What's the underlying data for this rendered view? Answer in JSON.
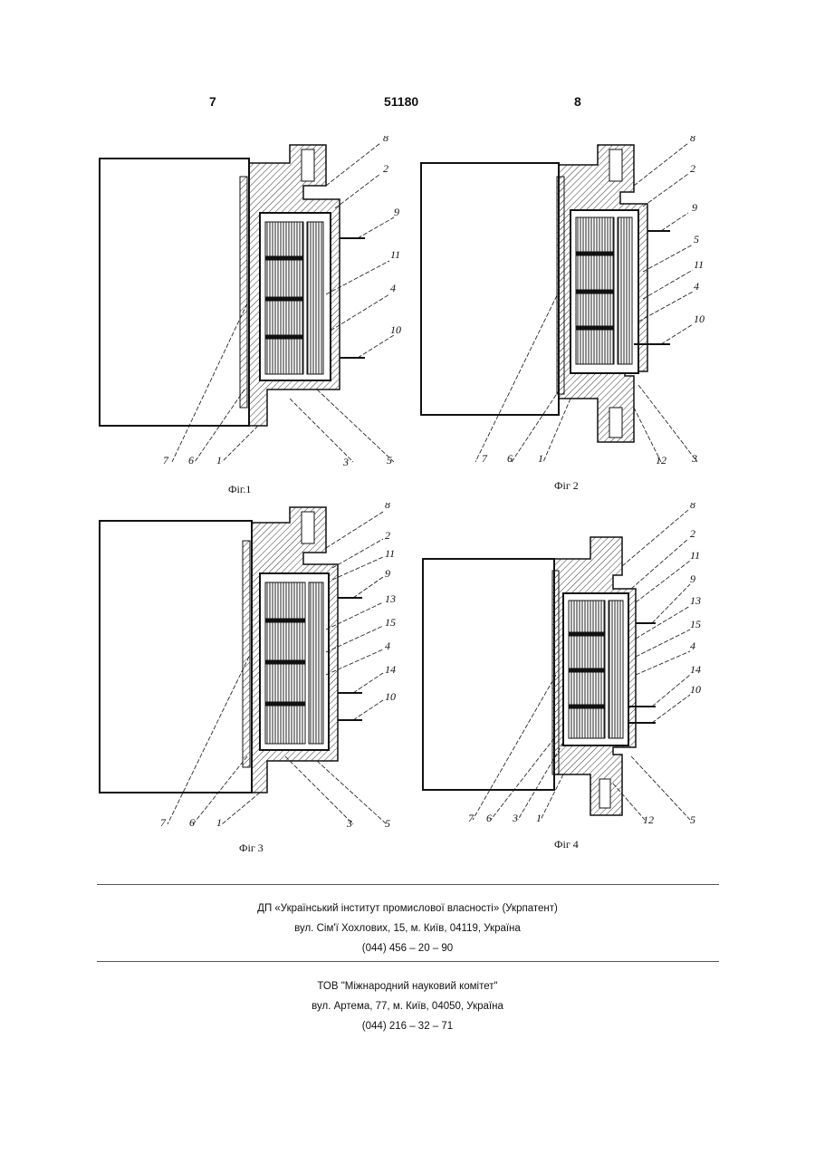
{
  "header": {
    "left_page": "7",
    "patent_no": "51180",
    "right_page": "8"
  },
  "figures": [
    {
      "caption": "Фіг.1",
      "labels": [
        "8",
        "2",
        "9",
        "11",
        "4",
        "10",
        "7",
        "6",
        "1",
        "3",
        "5"
      ]
    },
    {
      "caption": "Фіг 2",
      "labels": [
        "8",
        "2",
        "9",
        "5",
        "11",
        "4",
        "10",
        "7",
        "6",
        "1",
        "12",
        "3"
      ]
    },
    {
      "caption": "Фіг 3",
      "labels": [
        "8",
        "2",
        "11",
        "9",
        "13",
        "15",
        "4",
        "14",
        "10",
        "7",
        "6",
        "1",
        "3",
        "5"
      ]
    },
    {
      "caption": "Фіг 4",
      "labels": [
        "8",
        "2",
        "11",
        "9",
        "13",
        "15",
        "4",
        "14",
        "10",
        "7",
        "6",
        "3",
        "1",
        "12",
        "5"
      ]
    }
  ],
  "footer1": {
    "org": "ДП «Український інститут промислової власності» (Укрпатент)",
    "address": "вул. Сім'ї Хохлових, 15, м. Київ, 04119, Україна",
    "phone": "(044) 456 – 20 – 90"
  },
  "footer2": {
    "org": "ТОВ \"Міжнародний науковий комітет\"",
    "address": "вул. Артема, 77, м. Київ, 04050, Україна",
    "phone": "(044) 216 – 32 – 71"
  }
}
